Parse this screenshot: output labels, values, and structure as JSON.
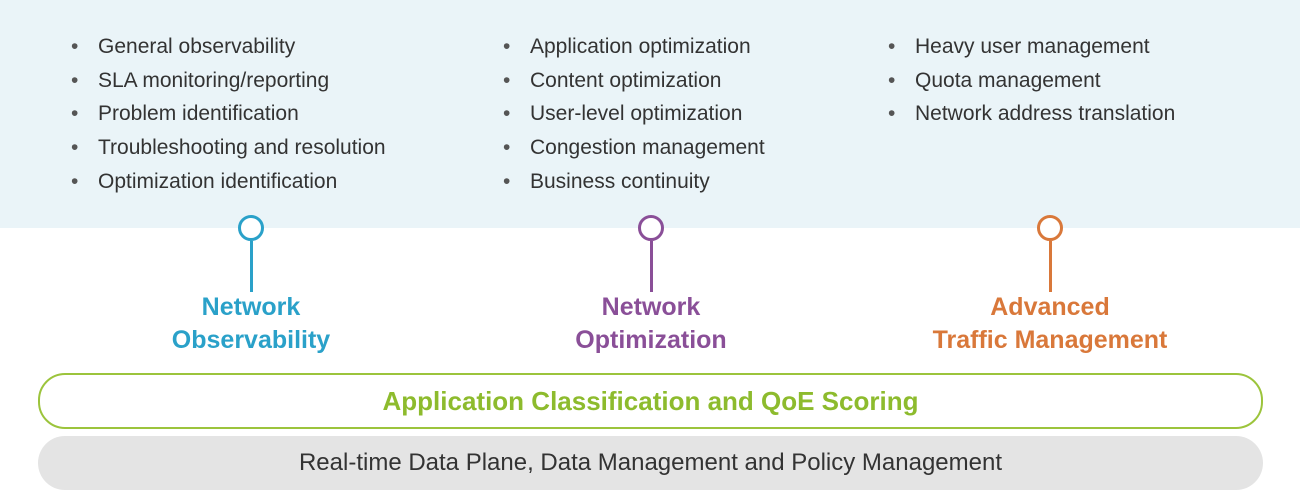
{
  "pillars": [
    {
      "title_line1": "Network",
      "title_line2": "Observability",
      "color": "#2aa1c9",
      "items": [
        "General observability",
        "SLA monitoring/reporting",
        "Problem identification",
        "Troubleshooting and resolution",
        "Optimization identification"
      ]
    },
    {
      "title_line1": "Network",
      "title_line2": "Optimization",
      "color": "#8a4f98",
      "items": [
        "Application optimization",
        "Content optimization",
        "User-level optimization",
        "Congestion management",
        "Business continuity"
      ]
    },
    {
      "title_line1": "Advanced",
      "title_line2": "Traffic Management",
      "color": "#d9783a",
      "items": [
        "Heavy user management",
        "Quota management",
        "Network address translation"
      ]
    }
  ],
  "layers": {
    "classification": "Application Classification and QoE Scoring",
    "dataplane": "Real-time Data Plane, Data Management and Policy Management"
  },
  "colors": {
    "top_band": "#eaf4f8",
    "classification_border": "#9cc43c",
    "classification_text": "#8dbb2d",
    "dataplane_fill": "#e4e4e4"
  }
}
